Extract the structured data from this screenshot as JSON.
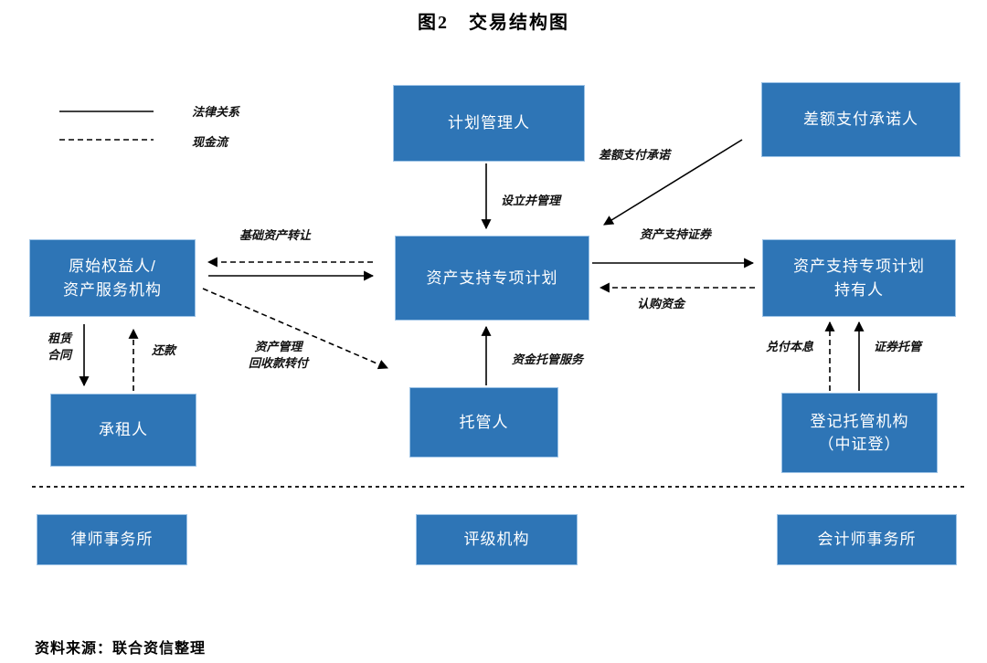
{
  "title": "图2　交易结构图",
  "source": "资料来源：联合资信整理",
  "legend": {
    "solid": "法律关系",
    "dashed": "现金流"
  },
  "colors": {
    "box_fill": "#2E75B6",
    "box_border": "#9DC3E6",
    "box_text": "#FFFFFF",
    "line": "#000000"
  },
  "nodes": {
    "plan_manager": {
      "lines": [
        "计划管理人"
      ]
    },
    "difference_payment_promisor": {
      "lines": [
        "差额支付承诺人"
      ]
    },
    "originator": {
      "lines": [
        "原始权益人/",
        "资产服务机构"
      ]
    },
    "abs_plan": {
      "lines": [
        "资产支持专项计划"
      ]
    },
    "abs_holders": {
      "lines": [
        "资产支持专项计划",
        "持有人"
      ]
    },
    "lessee": {
      "lines": [
        "承租人"
      ]
    },
    "custodian": {
      "lines": [
        "托管人"
      ]
    },
    "registrar": {
      "lines": [
        "登记托管机构",
        "（中证登）"
      ]
    },
    "law_firm": {
      "lines": [
        "律师事务所"
      ]
    },
    "rating_agency": {
      "lines": [
        "评级机构"
      ]
    },
    "accounting_firm": {
      "lines": [
        "会计师事务所"
      ]
    }
  },
  "edge_labels": {
    "establish_manage": "设立并管理",
    "difference_payment": "差额支付承诺",
    "asset_transfer": "基础资产转让",
    "abs_securities": "资产支持证券",
    "subscription_funds": "认购资金",
    "lease_contract": [
      "租赁",
      "合同"
    ],
    "repayment": "还款",
    "asset_mgmt_transfer": [
      "资产管理",
      "回收款转付"
    ],
    "fund_custody": "资金托管服务",
    "principal_interest": "兑付本息",
    "securities_custody": "证券托管"
  }
}
